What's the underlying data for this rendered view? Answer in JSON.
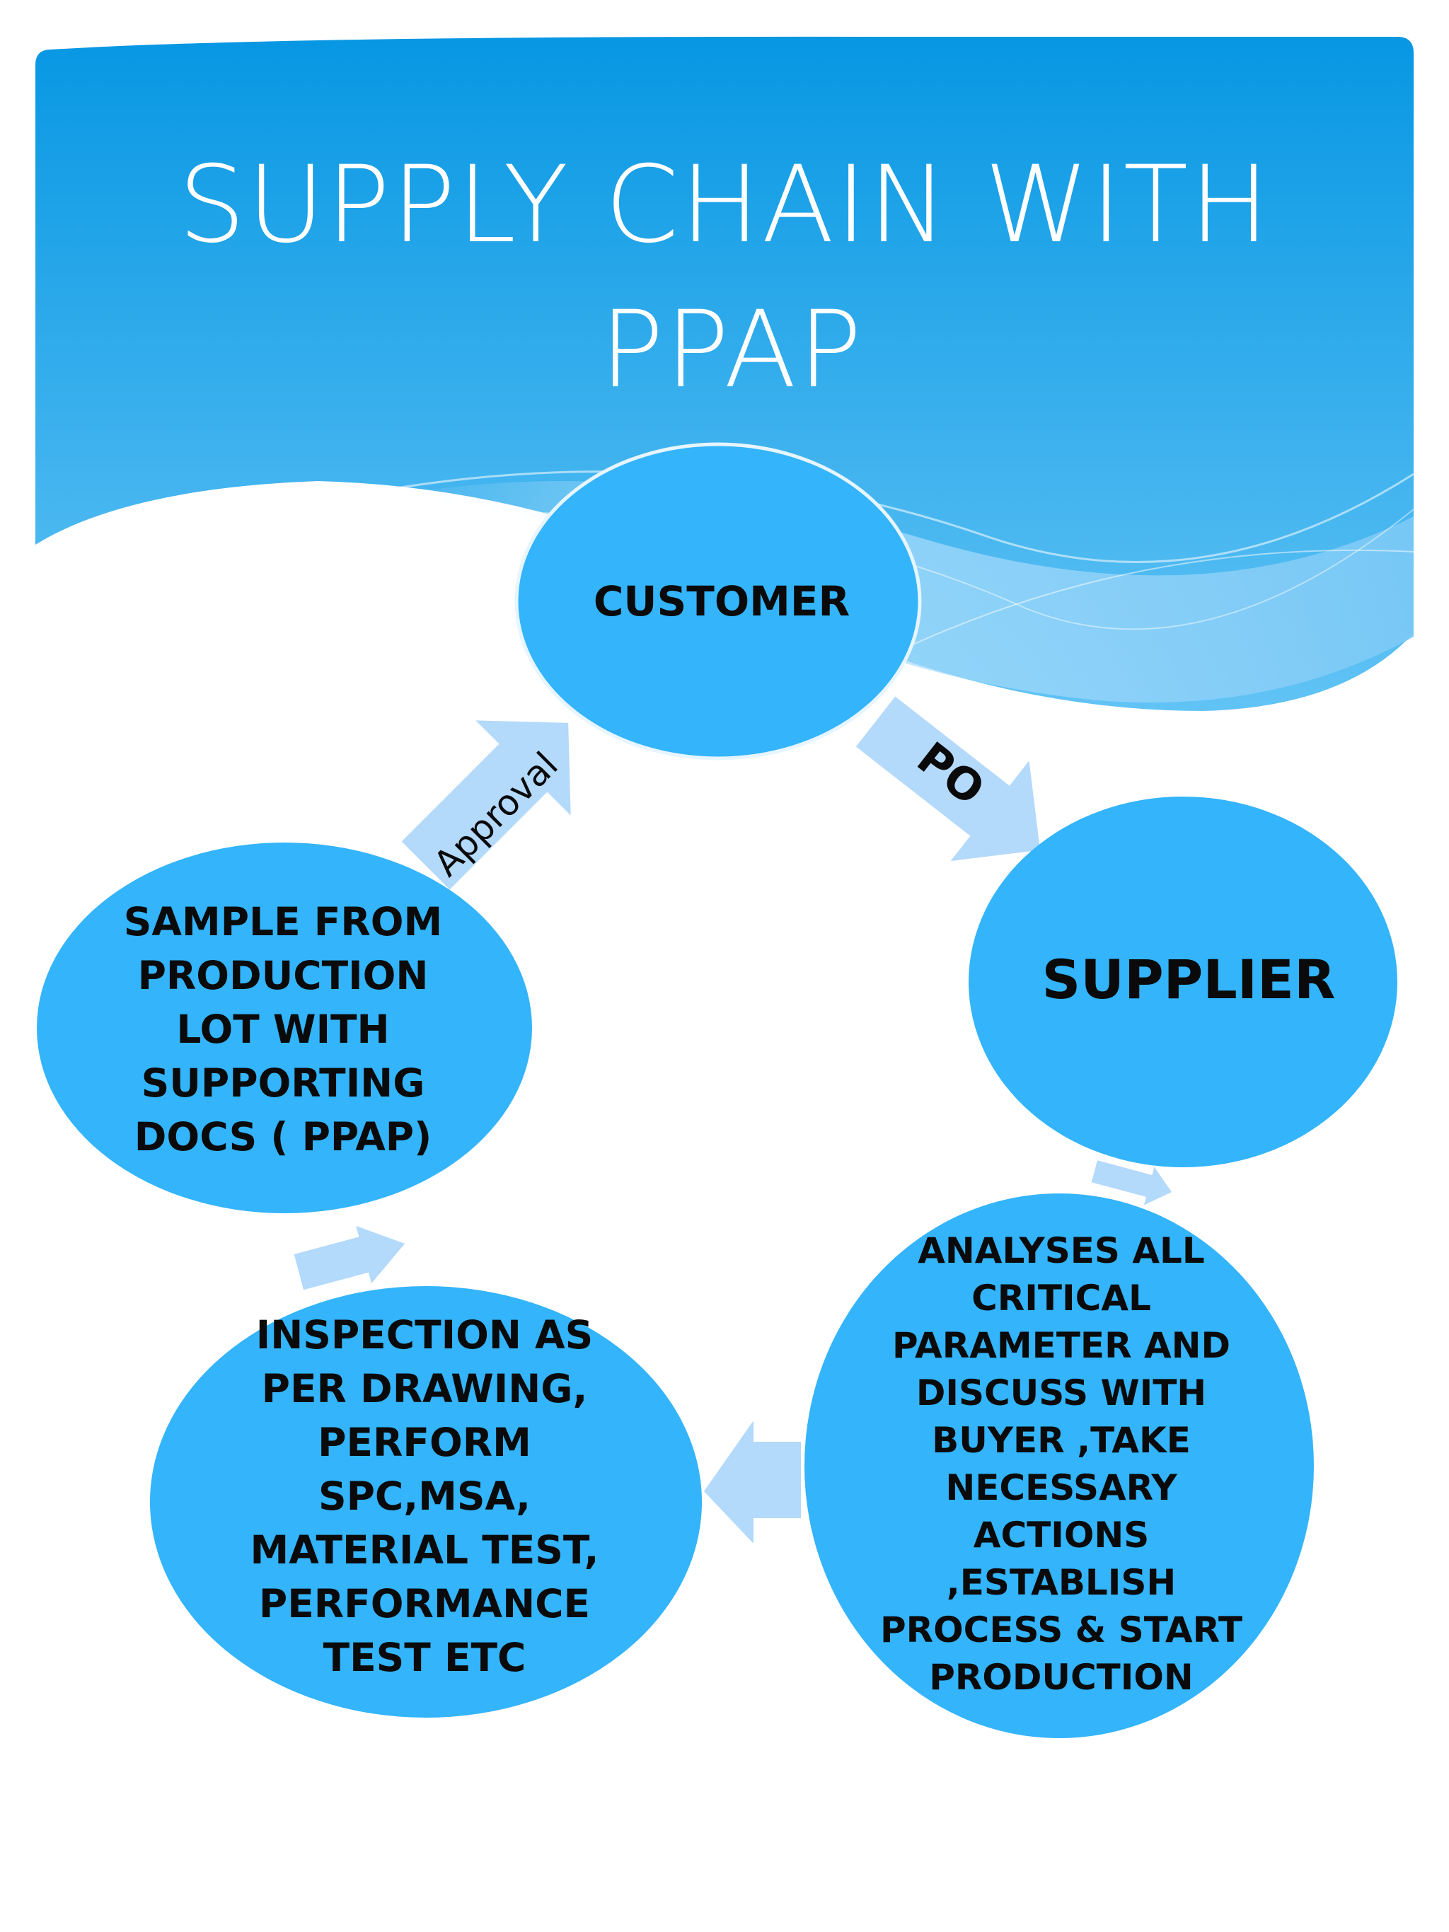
{
  "title": {
    "line1": "SUPPLY  CHAIN WITH",
    "line2": "PPAP"
  },
  "colors": {
    "header_top": "#0797e3",
    "header_bottom": "#61c3f5",
    "node_fill": "#33b4fb",
    "arrow_fill": "#b3d9fb",
    "text": "#0a0a0a",
    "title_text": "#ffffff"
  },
  "nodes": {
    "customer": "CUSTOMER",
    "supplier": "SUPPLIER",
    "analyses": "ANALYSES ALL\nCRITICAL\nPARAMETER AND\nDISCUSS WITH\nBUYER ,TAKE\nNECESSARY\nACTIONS\n,ESTABLISH\nPROCESS & START\nPRODUCTION",
    "inspection": "INSPECTION AS\nPER DRAWING,\nPERFORM\nSPC,MSA,\nMATERIAL TEST,\nPERFORMANCE\nTEST ETC",
    "sample": "SAMPLE FROM\nPRODUCTION\nLOT WITH\nSUPPORTING\nDOCS ( PPAP)"
  },
  "arrows": {
    "po_label": "PO",
    "approval_label": "Approval"
  }
}
